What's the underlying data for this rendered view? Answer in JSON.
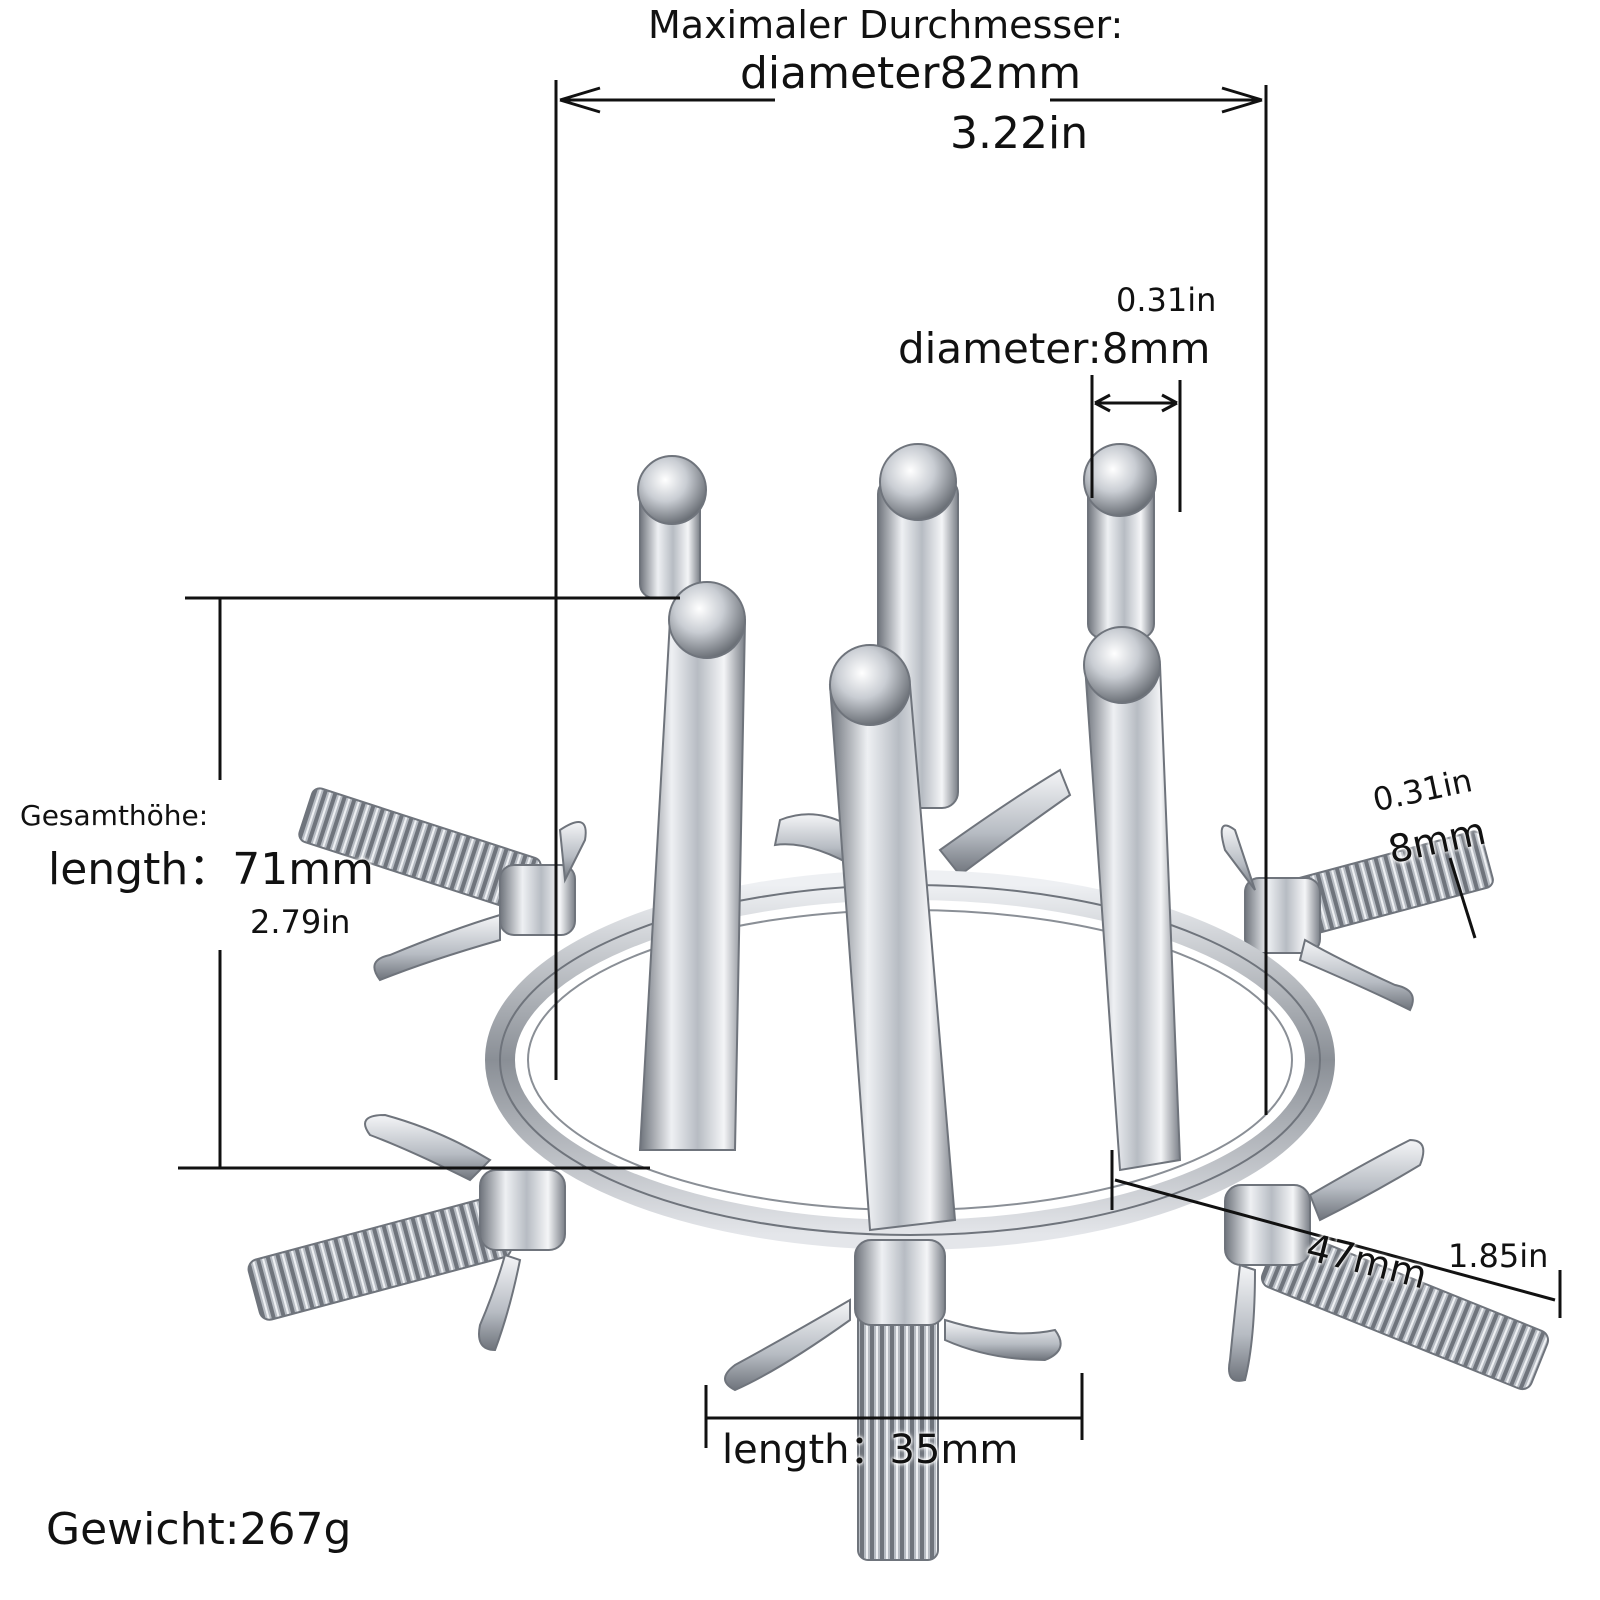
{
  "labels": {
    "max_diameter_title": "Maximaler Durchmesser:",
    "max_diameter_mm": "diameter82mm",
    "max_diameter_in": "3.22in",
    "rod_diameter_in": "0.31in",
    "rod_diameter_mm": "diameter:8mm",
    "total_height_title": "Gesamthöhe:",
    "total_height_mm": "length：71mm",
    "total_height_in": "2.79in",
    "screw_diameter_in": "0.31in",
    "screw_diameter_mm": "8mm",
    "screw_length_mm": "47mm",
    "screw_length_in": "1.85in",
    "wing_length": "length：35mm",
    "weight": "Gewicht:267g"
  },
  "colors": {
    "metal_dark": "#6f747c",
    "metal_mid": "#b7bcc3",
    "metal_light": "#eef0f3",
    "dimension_line": "#111111"
  }
}
